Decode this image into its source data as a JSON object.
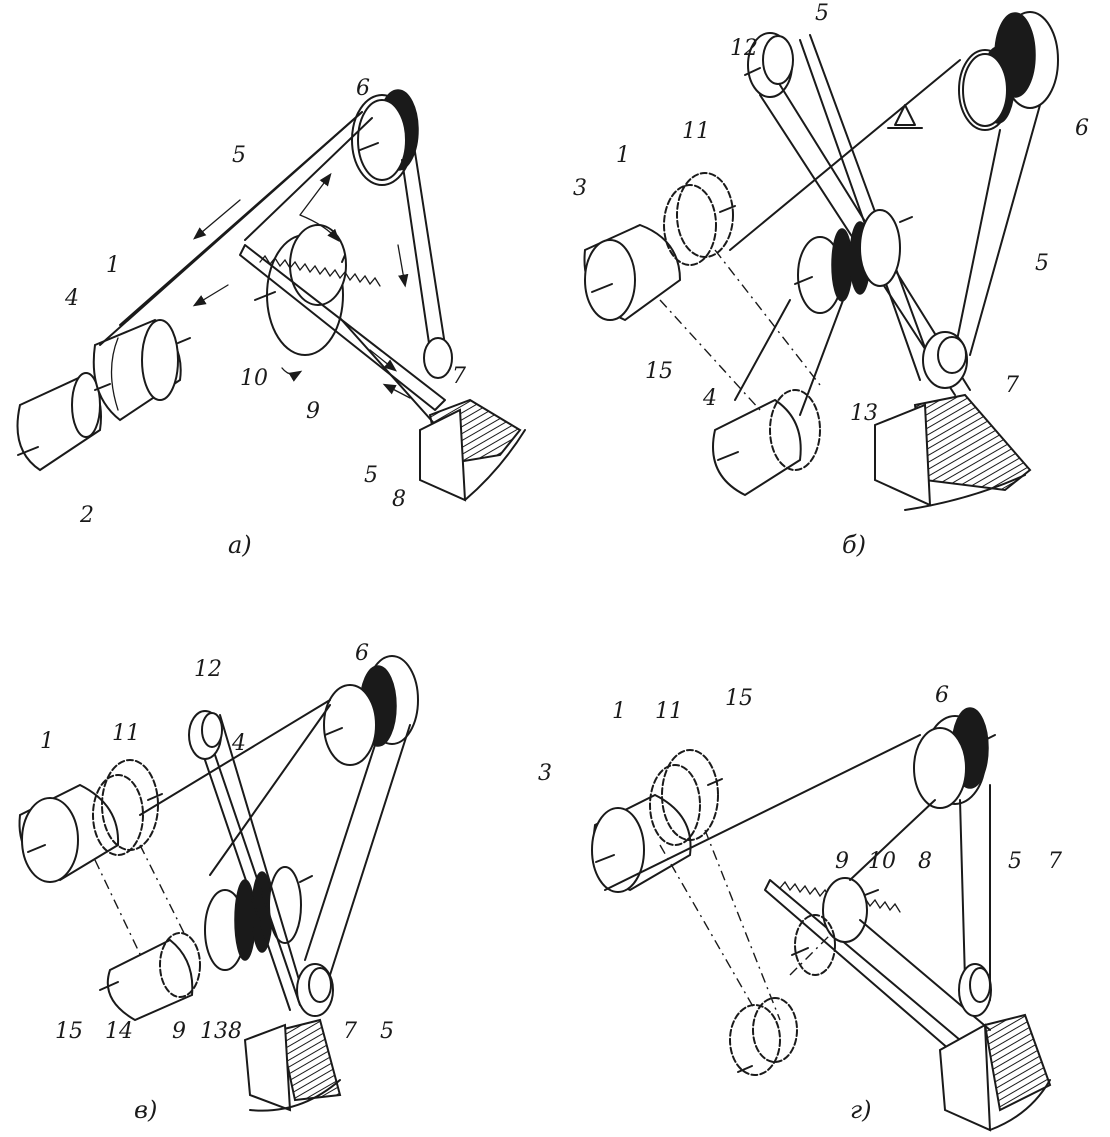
{
  "panels": [
    {
      "caption": "а)",
      "labels": {
        "l1": "1",
        "l2": "2",
        "l4": "4",
        "l5a": "5",
        "l5b": "5",
        "l6": "6",
        "l7": "7",
        "l8": "8",
        "l9": "9",
        "l10": "10"
      }
    },
    {
      "caption": "б)",
      "labels": {
        "l1": "1",
        "l3": "3",
        "l4": "4",
        "l5a": "5",
        "l5b": "5",
        "l6": "6",
        "l7": "7",
        "l11": "11",
        "l12": "12",
        "l13": "13",
        "l15": "15"
      }
    },
    {
      "caption": "в)",
      "labels": {
        "l1": "1",
        "l4": "4",
        "l5": "5",
        "l6": "6",
        "l7": "7",
        "l8": "8",
        "l9": "9",
        "l11": "11",
        "l12": "12",
        "l13": "13",
        "l14": "14",
        "l15": "15"
      }
    },
    {
      "caption": "г)",
      "labels": {
        "l1": "1",
        "l3": "3",
        "l5": "5",
        "l6": "6",
        "l7": "7",
        "l8": "8",
        "l9": "9",
        "l10": "10",
        "l11": "11",
        "l15": "15"
      }
    }
  ]
}
